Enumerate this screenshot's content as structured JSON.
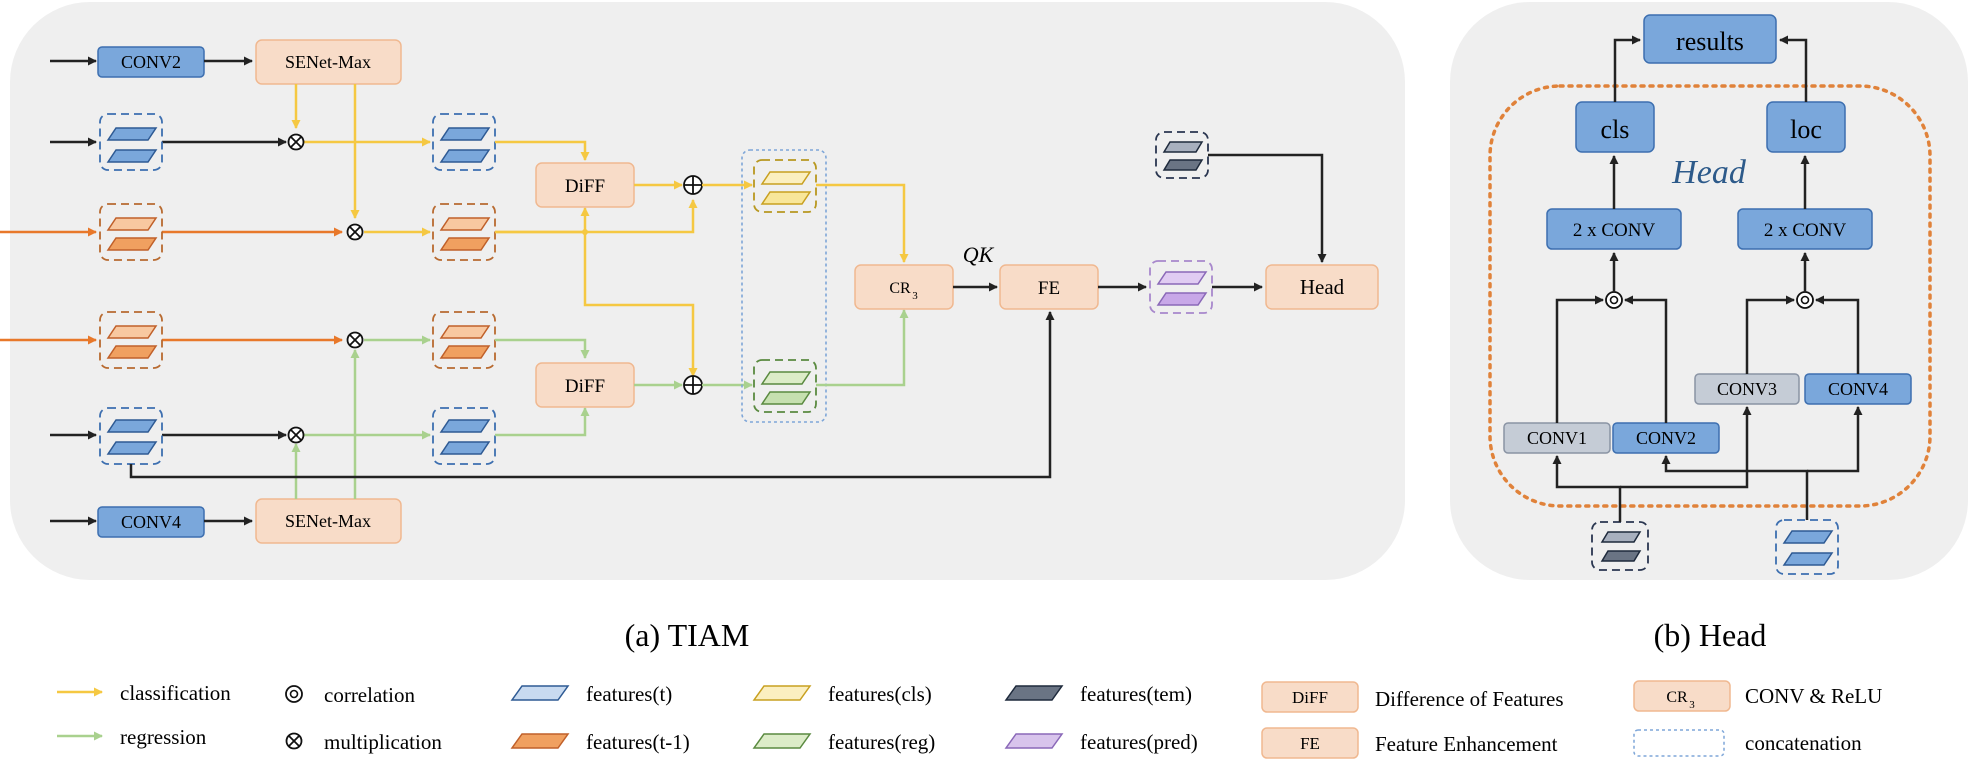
{
  "tiam": {
    "caption": "(a) TIAM",
    "conv2": "CONV2",
    "conv4": "CONV4",
    "senet_top": "SENet-Max",
    "senet_bottom": "SENet-Max",
    "diff_top": "DiFF",
    "diff_bottom": "DiFF",
    "cr3_main": "CR",
    "cr3_sub": "3",
    "qk_label": "QK",
    "fe": "FE",
    "head": "Head"
  },
  "head_panel": {
    "caption": "(b) Head",
    "results": "results",
    "cls": "cls",
    "loc": "loc",
    "head_label": "Head",
    "conv2x_left": "2 x CONV",
    "conv2x_right": "2 x CONV",
    "conv1": "CONV1",
    "conv2": "CONV2",
    "conv3": "CONV3",
    "conv4": "CONV4"
  },
  "legend": {
    "classification": "classification",
    "regression": "regression",
    "correlation": "correlation",
    "multiplication": "multiplication",
    "features_t": "features(t)",
    "features_t1": "features(t-1)",
    "features_cls": "features(cls)",
    "features_reg": "features(reg)",
    "features_tem": "features(tem)",
    "features_pred": "features(pred)",
    "diff_box": "DiFF",
    "diff_desc": "Difference of Features",
    "fe_box": "FE",
    "fe_desc": "Feature Enhancement",
    "cr3_box_main": "CR",
    "cr3_box_sub": "3",
    "cr3_desc": "CONV & ReLU",
    "concat_desc": "concatenation"
  },
  "colors": {
    "classification": "#f5c842",
    "regression": "#a9d18e",
    "orange_line": "#e8782a",
    "blue_block": "#7aa7db",
    "peach_block": "#f8dcc8",
    "gray_block": "#c5ccd6",
    "panel_bg": "#efefef",
    "head_border": "#e0823a"
  }
}
